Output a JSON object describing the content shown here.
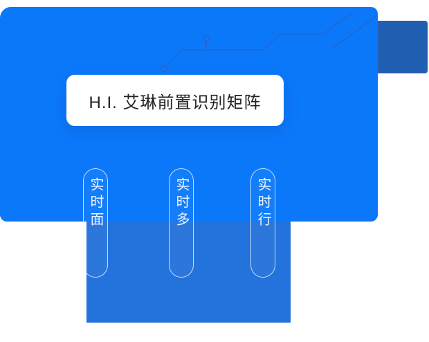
{
  "hero": {
    "card_title": "H.I. 艾琳前置识别矩阵"
  },
  "pills": [
    {
      "label": "实时面"
    },
    {
      "label": "实时多"
    },
    {
      "label": "实时行"
    }
  ],
  "colors": {
    "primary_blue": "#0b78fa",
    "dark_blue": "#215fb3",
    "panel_blue": "#2472db",
    "circuit_line": "#2b63c6",
    "card_background": "#ffffff",
    "card_text": "#222222",
    "pill_outline": "rgba(255,255,255,0.75)"
  }
}
